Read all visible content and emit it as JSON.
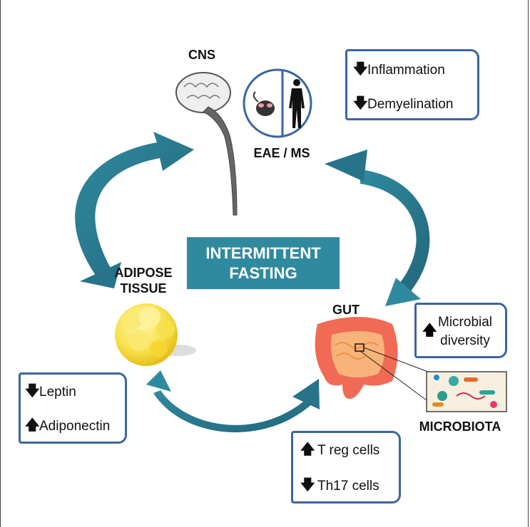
{
  "title": "Intermittent fasting effects in EAE / MS",
  "center": {
    "line1": "INTERMITTENT",
    "line2": "FASTING"
  },
  "nodes": {
    "cns": {
      "label": "CNS"
    },
    "disease": {
      "label": "EAE / MS"
    },
    "adipose": {
      "line1": "ADIPOSE",
      "line2": "TISSUE"
    },
    "gut": {
      "label": "GUT"
    },
    "microbiota": {
      "label": "MICROBIOTA"
    }
  },
  "boxes": {
    "cns_effects": [
      {
        "direction": "down",
        "arrow": "🡇",
        "text": "Inflammation"
      },
      {
        "direction": "down",
        "arrow": "🡇",
        "text": "Demyelination"
      }
    ],
    "adipose_effects": [
      {
        "direction": "down",
        "arrow": "🡇",
        "text": "Leptin"
      },
      {
        "direction": "up",
        "arrow": "🡅",
        "text": "Adiponectin"
      }
    ],
    "gut_effects": [
      {
        "direction": "up",
        "arrow": "🡅",
        "text": "Microbial"
      },
      {
        "direction": "",
        "arrow": "",
        "text": "diversity"
      }
    ],
    "immune_effects": [
      {
        "direction": "up",
        "arrow": "🡅",
        "text": "T reg cells"
      },
      {
        "direction": "down",
        "arrow": "🡇",
        "text": "Th17 cells"
      }
    ]
  },
  "colors": {
    "arrow": "#2e7f95",
    "box_border": "#3a66a0",
    "center_fill": "#2f8aa0"
  }
}
